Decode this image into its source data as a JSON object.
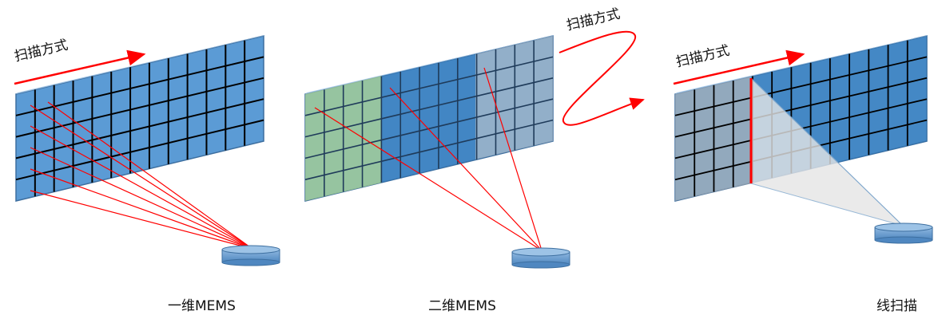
{
  "panels": [
    {
      "id": "one-d",
      "title": "一维MEMS",
      "scan_label": "扫描方式"
    },
    {
      "id": "two-d",
      "title": "二维MEMS",
      "scan_label": "扫描方式"
    },
    {
      "id": "line",
      "title": "线扫描",
      "scan_label": "扫描方式"
    }
  ],
  "colors": {
    "panel_blue": "#5b9bd5",
    "panel_blue_dark": "#2e75b6",
    "grid_line": "#000000",
    "scan_red": "#ff0000",
    "green_block": "#a9d18e",
    "gray_overlay": "#bfbfbf",
    "sensor": "#5b9bd5"
  }
}
